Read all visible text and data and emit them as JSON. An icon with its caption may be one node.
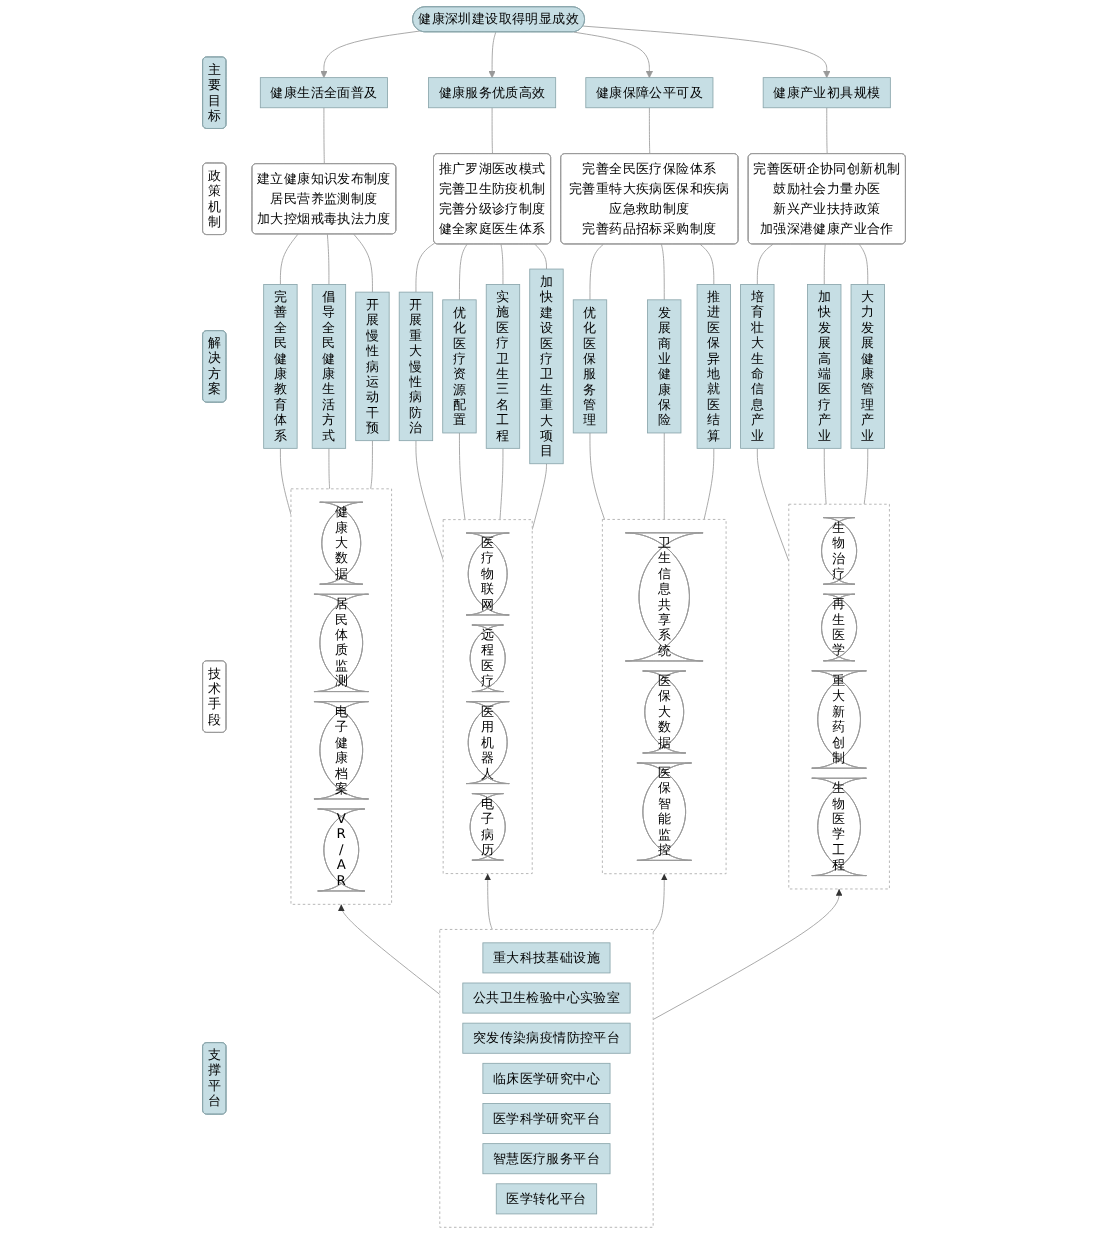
{
  "diagram": {
    "nodes": [
      {
        "text": [
          "健康深圳建设取得明显成效"
        ]
      },
      {
        "text": [
          "主要目标"
        ]
      },
      {
        "text": [
          "健康生活全面普及"
        ]
      },
      {
        "text": [
          "健康服务优质高效"
        ]
      },
      {
        "text": [
          "健康保障公平可及"
        ]
      },
      {
        "text": [
          "健康产业初具规模"
        ]
      },
      {
        "text": [
          "政策机制"
        ]
      },
      {
        "text": [
          "建立健康知识发布制度",
          "居民营养监测制度",
          "加大控烟戒毒执法力度"
        ]
      },
      {
        "text": [
          "推广罗湖医改模式",
          "完善卫生防疫机制",
          "完善分级诊疗制度",
          "健全家庭医生体系"
        ]
      },
      {
        "text": [
          "完善全民医疗保险体系",
          "完善重特大疾病医保和疾病应急救助制度",
          "完善药品招标采购制度"
        ]
      },
      {
        "text": [
          "完善医研企协同创新机制",
          "鼓励社会力量办医",
          "新兴产业扶持政策",
          "加强深港健康产业合作"
        ]
      },
      {
        "text": [
          "解决方案"
        ]
      },
      {
        "text": [
          "完善全民健康教育体系"
        ]
      },
      {
        "text": [
          "倡导全民健康生活方式"
        ]
      },
      {
        "text": [
          "开展慢性病运动干预"
        ]
      },
      {
        "text": [
          "开展重大慢性病防治"
        ]
      },
      {
        "text": [
          "优化医疗资源配置"
        ]
      },
      {
        "text": [
          "实施医疗卫生三名工程"
        ]
      },
      {
        "text": [
          "加快建设医疗卫生重大项目"
        ]
      },
      {
        "text": [
          "优化医保服务管理"
        ]
      },
      {
        "text": [
          "发展商业健康保险"
        ]
      },
      {
        "text": [
          "推进医保异地就医结算"
        ]
      },
      {
        "text": [
          "培育壮大生命信息产业"
        ]
      },
      {
        "text": [
          "加快发展高端医疗产业"
        ]
      },
      {
        "text": [
          "大力发展健康管理产业"
        ]
      },
      {
        "text": [
          "技术手段"
        ]
      },
      {
        "text": [],
        "shape": "box"
      },
      {
        "text": [
          "健康大数据"
        ],
        "in": 26
      },
      {
        "text": [
          "居民体质监测"
        ],
        "in": 26
      },
      {
        "text": [
          "电子健康档案"
        ],
        "in": 26
      },
      {
        "text": [
          "VR/AR"
        ],
        "in": 26
      },
      {
        "text": [],
        "shape": "box"
      },
      {
        "text": [
          "医疗物联网"
        ],
        "in": 31
      },
      {
        "text": [
          "远程医疗"
        ],
        "in": 31
      },
      {
        "text": [
          "医用机器人"
        ],
        "in": 31
      },
      {
        "text": [
          "电子病历"
        ],
        "in": 31
      },
      {
        "text": [],
        "shape": "box"
      },
      {
        "text": [
          "卫生信息共享系统"
        ],
        "in": 36
      },
      {
        "text": [
          "医保大数据"
        ],
        "in": 36
      },
      {
        "text": [
          "医保智能监控"
        ],
        "in": 36
      },
      {
        "text": [],
        "shape": "box"
      },
      {
        "text": [
          "生物治疗"
        ],
        "in": 40
      },
      {
        "text": [
          "再生医学"
        ],
        "in": 40
      },
      {
        "text": [
          "重大新药创制"
        ],
        "in": 40
      },
      {
        "text": [
          "生物医学工程"
        ],
        "in": 40
      },
      {
        "text": [
          "支撑平台"
        ]
      },
      {
        "text": [],
        "shape": "box"
      },
      {
        "text": [
          "重大科技基础设施"
        ],
        "in": 46
      },
      {
        "text": [
          "公共卫生检验中心实验室"
        ],
        "in": 46
      },
      {
        "text": [
          "突发传染病疫情防控平台"
        ],
        "in": 46
      },
      {
        "text": [
          "临床医学研究中心"
        ],
        "in": 46
      },
      {
        "text": [
          "医学科学研究平台"
        ],
        "in": 46
      },
      {
        "text": [
          "智慧医疗服务平台"
        ],
        "in": 46
      },
      {
        "text": [
          "医学转化平台"
        ],
        "in": 46
      }
    ],
    "edges": [
      {
        "from": 0,
        "to": 2,
        "arrow": "to"
      },
      {
        "from": 0,
        "to": 3,
        "arrow": "to"
      },
      {
        "from": 0,
        "to": 4,
        "arrow": "to"
      },
      {
        "from": 0,
        "to": 5,
        "arrow": "to"
      },
      {
        "from": 2,
        "to": 7,
        "arrow": "none"
      },
      {
        "from": 3,
        "to": 8,
        "arrow": "none"
      },
      {
        "from": 4,
        "to": 9,
        "arrow": "none"
      },
      {
        "from": 5,
        "to": 10,
        "arrow": "none"
      },
      {
        "from": 7,
        "to": 12,
        "arrow": "none"
      },
      {
        "from": 7,
        "to": 13,
        "arrow": "none"
      },
      {
        "from": 7,
        "to": 14,
        "arrow": "none"
      },
      {
        "from": 8,
        "to": 15,
        "arrow": "none"
      },
      {
        "from": 8,
        "to": 16,
        "arrow": "none"
      },
      {
        "from": 8,
        "to": 17,
        "arrow": "none"
      },
      {
        "from": 8,
        "to": 18,
        "arrow": "none"
      },
      {
        "from": 9,
        "to": 19,
        "arrow": "none"
      },
      {
        "from": 9,
        "to": 20,
        "arrow": "none"
      },
      {
        "from": 9,
        "to": 21,
        "arrow": "none"
      },
      {
        "from": 10,
        "to": 22,
        "arrow": "none"
      },
      {
        "from": 10,
        "to": 23,
        "arrow": "none"
      },
      {
        "from": 10,
        "to": 24,
        "arrow": "none"
      },
      {
        "from": 12,
        "to": 26,
        "arrow": "none"
      },
      {
        "from": 13,
        "to": 26,
        "arrow": "none"
      },
      {
        "from": 14,
        "to": 26,
        "arrow": "none"
      },
      {
        "from": 15,
        "to": 31,
        "arrow": "none"
      },
      {
        "from": 16,
        "to": 31,
        "arrow": "none"
      },
      {
        "from": 17,
        "to": 31,
        "arrow": "none"
      },
      {
        "from": 18,
        "to": 31,
        "arrow": "none"
      },
      {
        "from": 19,
        "to": 36,
        "arrow": "none"
      },
      {
        "from": 20,
        "to": 36,
        "arrow": "none"
      },
      {
        "from": 21,
        "to": 36,
        "arrow": "none"
      },
      {
        "from": 22,
        "to": 40,
        "arrow": "none"
      },
      {
        "from": 23,
        "to": 40,
        "arrow": "none"
      },
      {
        "from": 24,
        "to": 40,
        "arrow": "none"
      },
      {
        "from": 46,
        "to": 26,
        "arrow": "to"
      },
      {
        "from": 46,
        "to": 31,
        "arrow": "to"
      },
      {
        "from": 46,
        "to": 36,
        "arrow": "to"
      },
      {
        "from": 46,
        "to": 40,
        "arrow": "to"
      }
    ]
  }
}
